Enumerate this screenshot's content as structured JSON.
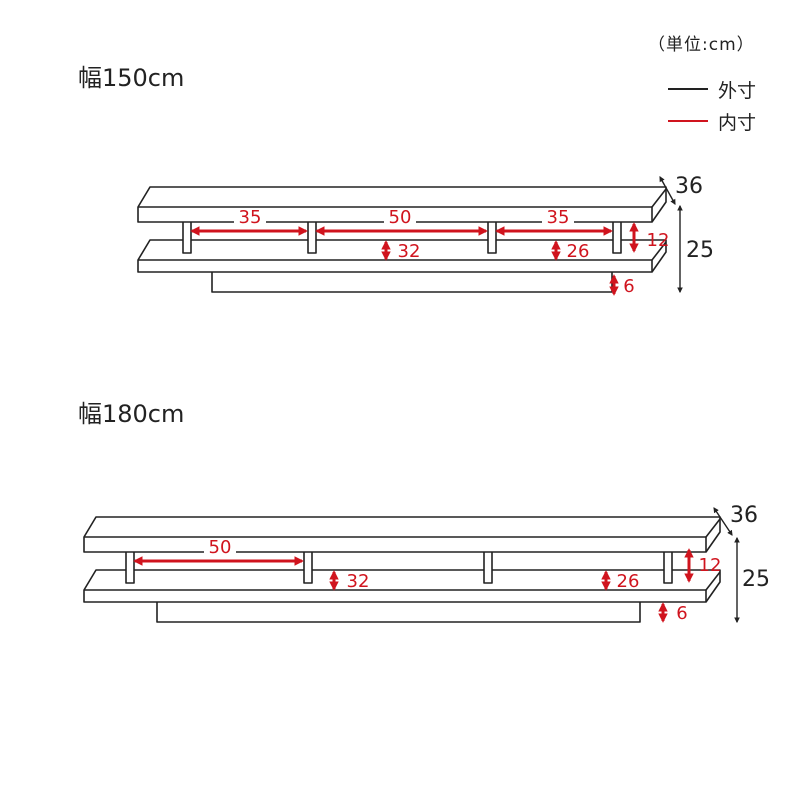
{
  "unit_note": "（単位:cm）",
  "legend": {
    "outer": {
      "label": "外寸",
      "color": "#222222"
    },
    "inner": {
      "label": "内寸",
      "color": "#d0141e"
    }
  },
  "colors": {
    "outline": "#222222",
    "inner_dim": "#d0141e"
  },
  "models": [
    {
      "title": "幅150cm",
      "shelf_gaps": [
        "35",
        "50",
        "35"
      ],
      "inner_height_upper": "12",
      "inner_height_left": "32",
      "inner_height_right": "26",
      "base_gap": "6",
      "depth": "36",
      "height": "25"
    },
    {
      "title": "幅180cm",
      "shelf_gap_left": "50",
      "inner_height_upper": "12",
      "inner_height_left": "32",
      "inner_height_right": "26",
      "base_gap": "6",
      "depth": "36",
      "height": "25"
    }
  ]
}
